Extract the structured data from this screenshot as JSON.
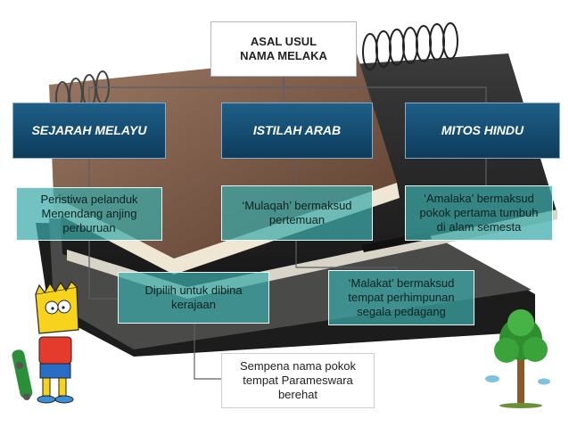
{
  "diagram": {
    "root": {
      "line1": "ASAL USUL",
      "line2": "NAMA MELAKA"
    },
    "categories": [
      {
        "label": "SEJARAH MELAYU"
      },
      {
        "label": "ISTILAH ARAB"
      },
      {
        "label": "MITOS HINDU"
      }
    ],
    "details": {
      "sejarah": {
        "line1": "Peristiwa pelanduk",
        "line2": "Menendang anjing",
        "line3": "perburuan"
      },
      "arab": {
        "line1": "‘Mulaqah’ bermaksud",
        "line2": "pertemuan"
      },
      "hindu": {
        "line1": "‘Amalaka’ bermaksud",
        "line2": "pokok pertama tumbuh",
        "line3": "di alam semesta"
      },
      "dipilih": {
        "line1": "Dipilih untuk dibina",
        "line2": "kerajaan"
      },
      "malakat": {
        "line1": "‘Malakat’ bermaksud",
        "line2": "tempat perhimpunan",
        "line3": "segala pedagang"
      },
      "sempena": {
        "line1": "Sempena nama pokok",
        "line2": "tempat Parameswara",
        "line3": "berehat"
      }
    }
  },
  "colors": {
    "category_fill": "#154b70",
    "teal_fill": "#3aaaa8",
    "line": "#5a5f66"
  },
  "decorations": {
    "cartoon": "bart-skateboard-clipart",
    "tree": "tree-clipart",
    "background": "stack-of-notebooks"
  }
}
